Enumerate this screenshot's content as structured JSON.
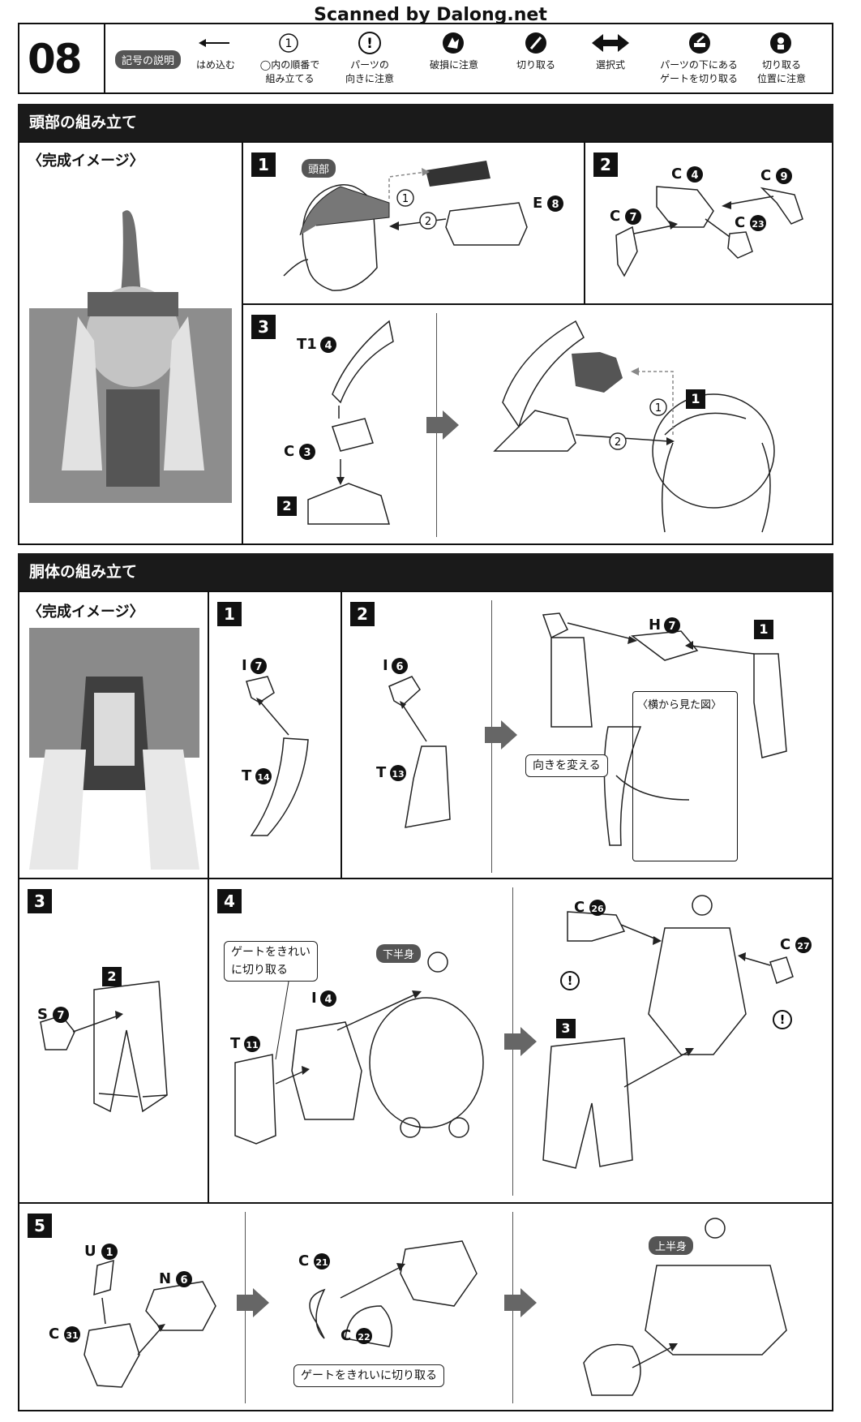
{
  "watermark": "Scanned by Dalong.net",
  "page_number": "08",
  "legend": {
    "title": "記号の説明",
    "items": [
      {
        "icon": "arrow-left-icon",
        "label": "はめ込む"
      },
      {
        "icon": "circled-number-icon",
        "label": "◯内の順番で\n組み立てる"
      },
      {
        "icon": "exclamation-circle-icon",
        "label": "パーツの\n向きに注意"
      },
      {
        "icon": "broken-part-icon",
        "label": "破損に注意"
      },
      {
        "icon": "nipper-cut-icon",
        "label": "切り取る"
      },
      {
        "icon": "double-arrow-icon",
        "label": "選択式"
      },
      {
        "icon": "gate-cut-icon",
        "label": "パーツの下にある\nゲートを切り取る"
      },
      {
        "icon": "cut-position-icon",
        "label": "切り取る\n位置に注意"
      }
    ]
  },
  "head_section": {
    "title": "頭部の組み立て",
    "completed_label": "〈完成イメージ〉",
    "step1": {
      "num": "1",
      "tag": "頭部",
      "part": "E",
      "part_no": "8",
      "order1": "1",
      "order2": "2"
    },
    "step2": {
      "num": "2",
      "parts": [
        {
          "letter": "C",
          "no": "4"
        },
        {
          "letter": "C",
          "no": "9"
        },
        {
          "letter": "C",
          "no": "7"
        },
        {
          "letter": "C",
          "no": "23"
        }
      ]
    },
    "step3": {
      "num": "3",
      "parts": [
        {
          "letter": "T1",
          "no": "4"
        },
        {
          "letter": "C",
          "no": "3"
        }
      ],
      "ref_a": "2",
      "ref_b": "1",
      "order1": "1",
      "order2": "2"
    }
  },
  "body_section": {
    "title": "胴体の組み立て",
    "completed_label": "〈完成イメージ〉",
    "step1": {
      "num": "1",
      "parts": [
        {
          "letter": "I",
          "no": "7"
        },
        {
          "letter": "T",
          "no": "14"
        }
      ]
    },
    "step2": {
      "num": "2",
      "parts": [
        {
          "letter": "I",
          "no": "6"
        },
        {
          "letter": "T",
          "no": "13"
        }
      ],
      "h_part": {
        "letter": "H",
        "no": "7"
      },
      "ref": "1",
      "turn_note": "向きを変える",
      "side_view": "〈横から見た図〉"
    },
    "step3": {
      "num": "3",
      "ref": "2",
      "part": {
        "letter": "S",
        "no": "7"
      }
    },
    "step4": {
      "num": "4",
      "gate_note_1": "ゲートをきれい",
      "gate_note_2": "に切り取る",
      "tag": "下半身",
      "parts": [
        {
          "letter": "I",
          "no": "4"
        },
        {
          "letter": "T",
          "no": "11"
        },
        {
          "letter": "C",
          "no": "26"
        },
        {
          "letter": "C",
          "no": "27"
        }
      ],
      "ref": "3"
    },
    "step5": {
      "num": "5",
      "parts": [
        {
          "letter": "U",
          "no": "1"
        },
        {
          "letter": "N",
          "no": "6"
        },
        {
          "letter": "C",
          "no": "31"
        },
        {
          "letter": "C",
          "no": "21"
        },
        {
          "letter": "C",
          "no": "22"
        }
      ],
      "gate_note": "ゲートをきれいに切り取る",
      "tag": "上半身"
    }
  }
}
